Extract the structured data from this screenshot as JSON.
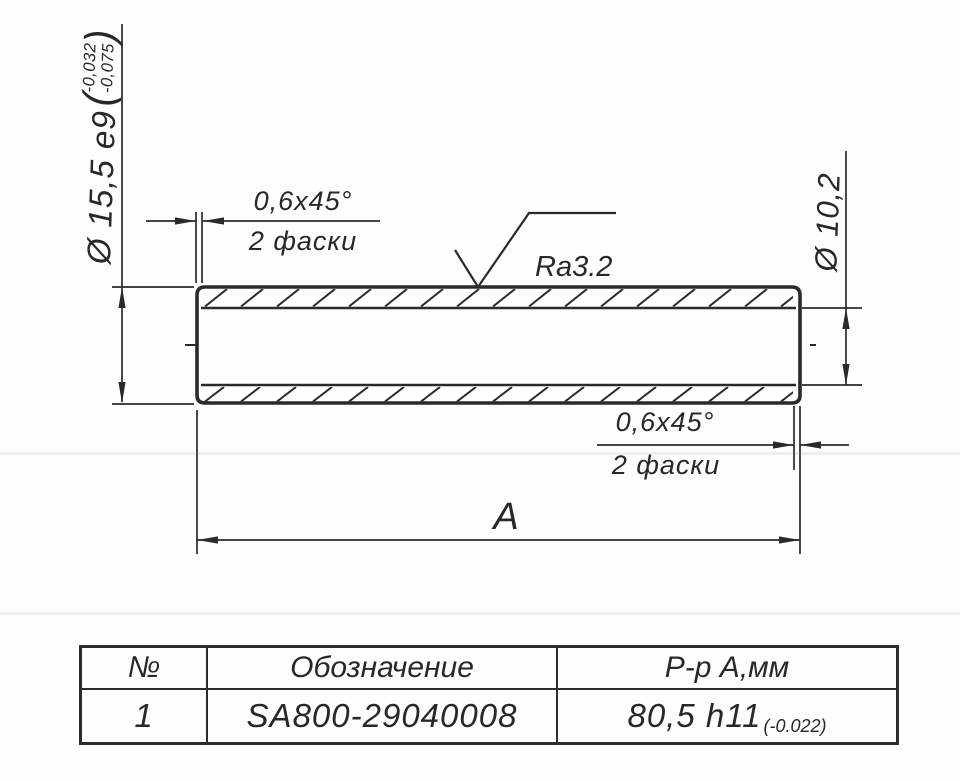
{
  "drawing": {
    "outer_diameter": {
      "value": "Ø 15,5 e9",
      "tol_open": "(",
      "tol_upper": "-0,032",
      "tol_lower": "-0,075",
      "tol_close": ")"
    },
    "inner_diameter": {
      "value": "Ø 10,2"
    },
    "chamfer_top": {
      "size": "0,6x45°",
      "note": "2 фаски"
    },
    "chamfer_bottom": {
      "size": "0,6x45°",
      "note": "2 фаски"
    },
    "roughness": {
      "value": "Ra3.2"
    },
    "length_dim": {
      "value": "A"
    }
  },
  "table": {
    "headers": {
      "no": "№",
      "designation": "Обозначение",
      "size": "Р-р А,мм"
    },
    "row": {
      "no": "1",
      "designation": "SA800-29040008",
      "size": "80,5 h11",
      "size_tol": "(-0.022)"
    }
  },
  "colors": {
    "ink": "#272c29",
    "paper": "#fdfdfc"
  }
}
